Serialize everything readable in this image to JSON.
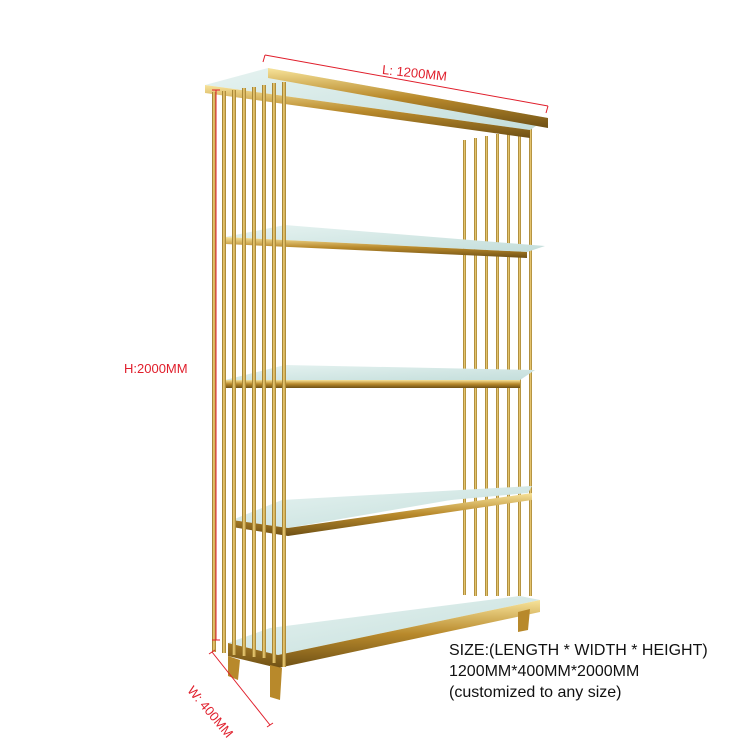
{
  "dimensions": {
    "length": "L: 1200MM",
    "height": "H:2000MM",
    "width": "W: 400MM"
  },
  "size_info": {
    "heading": "SIZE:(LENGTH * WIDTH * HEIGHT)",
    "values": "1200MM*400MM*2000MM",
    "note": "(customized to any size)"
  },
  "colors": {
    "dimension_red": "#e01e2b",
    "gold": "#c9a23a",
    "glass": "#d8ece9"
  }
}
